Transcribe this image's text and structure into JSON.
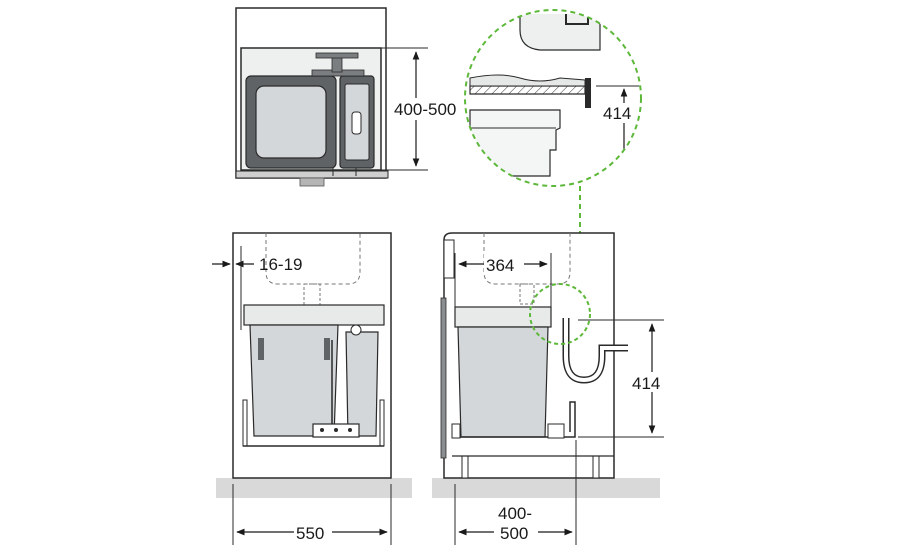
{
  "colors": {
    "line": "#2a2a2a",
    "bin_fill": "#d4d7d9",
    "bin_dark": "#5f6366",
    "floor": "#d9d9d9",
    "callout": "#5db83a",
    "panel": "#f4f5f5"
  },
  "dimensions": {
    "top_depth": "400-500",
    "detail_height": "414",
    "front_offset": "16-19",
    "front_width": "550",
    "side_width": "364",
    "side_height": "414",
    "side_depth_line1": "400-",
    "side_depth_line2": "500"
  }
}
